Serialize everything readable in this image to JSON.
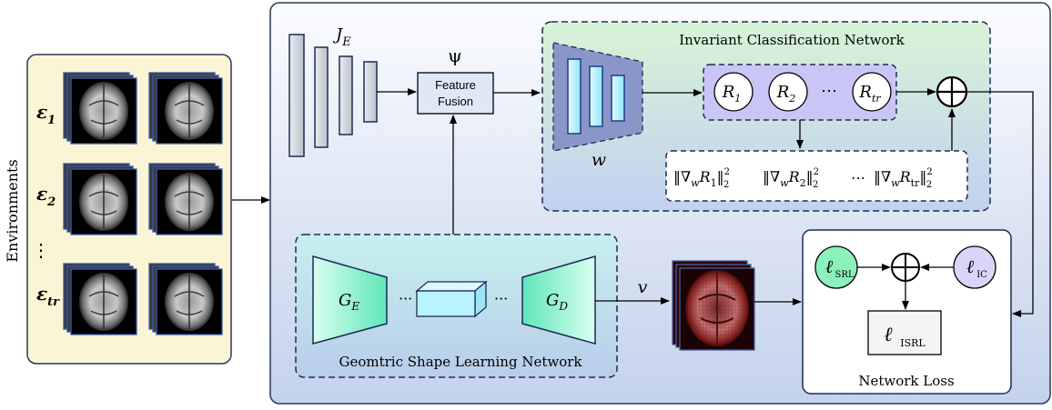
{
  "environments": {
    "axis_label": "Environments",
    "rows": [
      "ε",
      "ε",
      "ε"
    ],
    "row_subscripts": [
      "1",
      "2",
      "tr"
    ],
    "ellipsis": "⋮"
  },
  "encoder": {
    "symbol": "J",
    "subscript": "E"
  },
  "fusion": {
    "symbol": "ψ",
    "line1": "Feature",
    "line2": "Fusion"
  },
  "icn": {
    "title": "Invariant Classification Network",
    "weight_label": "w",
    "risk_symbol": "R",
    "risks": [
      "1",
      "2",
      "tr"
    ],
    "ellipsis": "⋯",
    "penalty": {
      "terms": [
        "1",
        "2",
        "tr"
      ],
      "ellipsis": "⋯"
    },
    "sum_symbol": "⊕"
  },
  "gsln": {
    "title": "Geomtric Shape Learning Network",
    "encoder_symbol": "G",
    "encoder_sub": "E",
    "decoder_symbol": "G",
    "decoder_sub": "D",
    "ellipsis": "···",
    "output_label": "v"
  },
  "loss": {
    "title": "Network Loss",
    "symbol": "ℓ",
    "srl_sub": "SRL",
    "ic_sub": "IC",
    "isrl_sub": "ISRL",
    "sum_symbol": "⊕"
  },
  "colors": {
    "env_panel": "#fbf5d6",
    "main_panel_top": "#f7f9fd",
    "main_panel_bottom": "#c4d2ec",
    "icn_top": "#d8f2d6",
    "icn_bottom": "#c7d4f0",
    "risk_box": "#c9c6f7",
    "encoder_teal": "#7ff0c9",
    "cube": "#b9f3ff",
    "srl_node": "#8bf0ba",
    "ic_node": "#d9d4f8",
    "enc_bar": "#cfd5dd"
  }
}
